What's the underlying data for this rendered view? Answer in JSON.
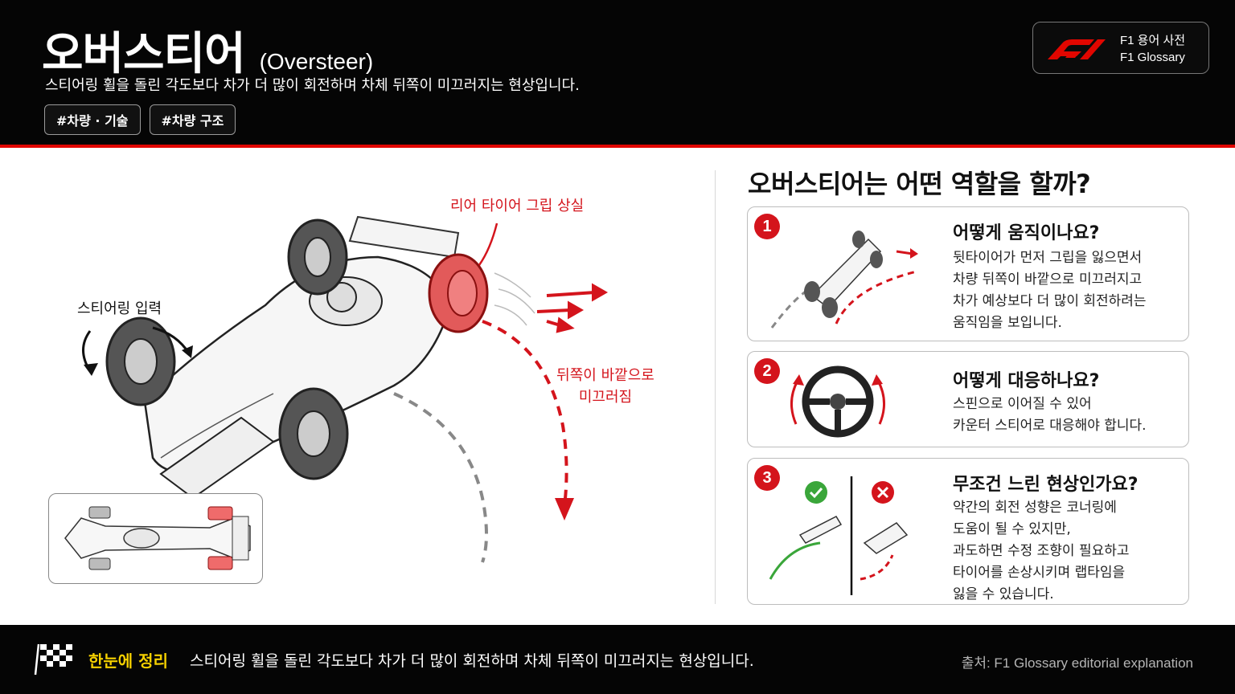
{
  "header": {
    "title_ko": "오버스티어",
    "title_en": "(Oversteer)",
    "subtitle": "스티어링 휠을 돌린 각도보다 차가 더 많이 회전하며 차체 뒤쪽이 미끄러지는 현상입니다.",
    "tags": [
      "#차량 · 기술",
      "#차량 구조"
    ],
    "brand": {
      "line1": "F1 용어 사전",
      "line2": "F1 Glossary",
      "logo_icon": "f1-logo-icon"
    }
  },
  "illustration": {
    "label_rear_grip": "리어 타이어 그립 상실",
    "label_steering": "스티어링 입력",
    "label_slide_line1": "뒤쪽이 바깥으로",
    "label_slide_line2": "미끄러짐"
  },
  "panel": {
    "title": "오버스티어는 어떤 역할을 할까?",
    "cards": [
      {
        "number": "1",
        "heading": "어떻게 움직이나요?",
        "lines": [
          "뒷타이어가 먼저 그립을 잃으면서",
          "차량 뒤쪽이 바깥으로 미끄러지고",
          "차가 예상보다 더 많이 회전하려는",
          "움직임을 보입니다."
        ]
      },
      {
        "number": "2",
        "heading": "어떻게 대응하나요?",
        "lines": [
          "스핀으로 이어질 수 있어",
          "카운터 스티어로 대응해야 합니다."
        ]
      },
      {
        "number": "3",
        "heading": "무조건 느린 현상인가요?",
        "lines": [
          "약간의 회전 성향은 코너링에",
          "도움이 될 수 있지만,",
          "과도하면 수정 조향이 필요하고",
          "타이어를 손상시키며 랩타임을",
          "잃을 수 있습니다."
        ]
      }
    ]
  },
  "footer": {
    "summary_label": "한눈에 정리",
    "summary_text": "스티어링 휠을 돌린 각도보다 차가 더 많이 회전하며 차체 뒤쪽이 미끄러지는 현상입니다.",
    "source": "출처: F1 Glossary editorial explanation"
  },
  "colors": {
    "accent_red": "#d4141c",
    "brand_red": "#e10600",
    "highlight_yellow": "#f5d000",
    "good_green": "#3aa63a"
  }
}
